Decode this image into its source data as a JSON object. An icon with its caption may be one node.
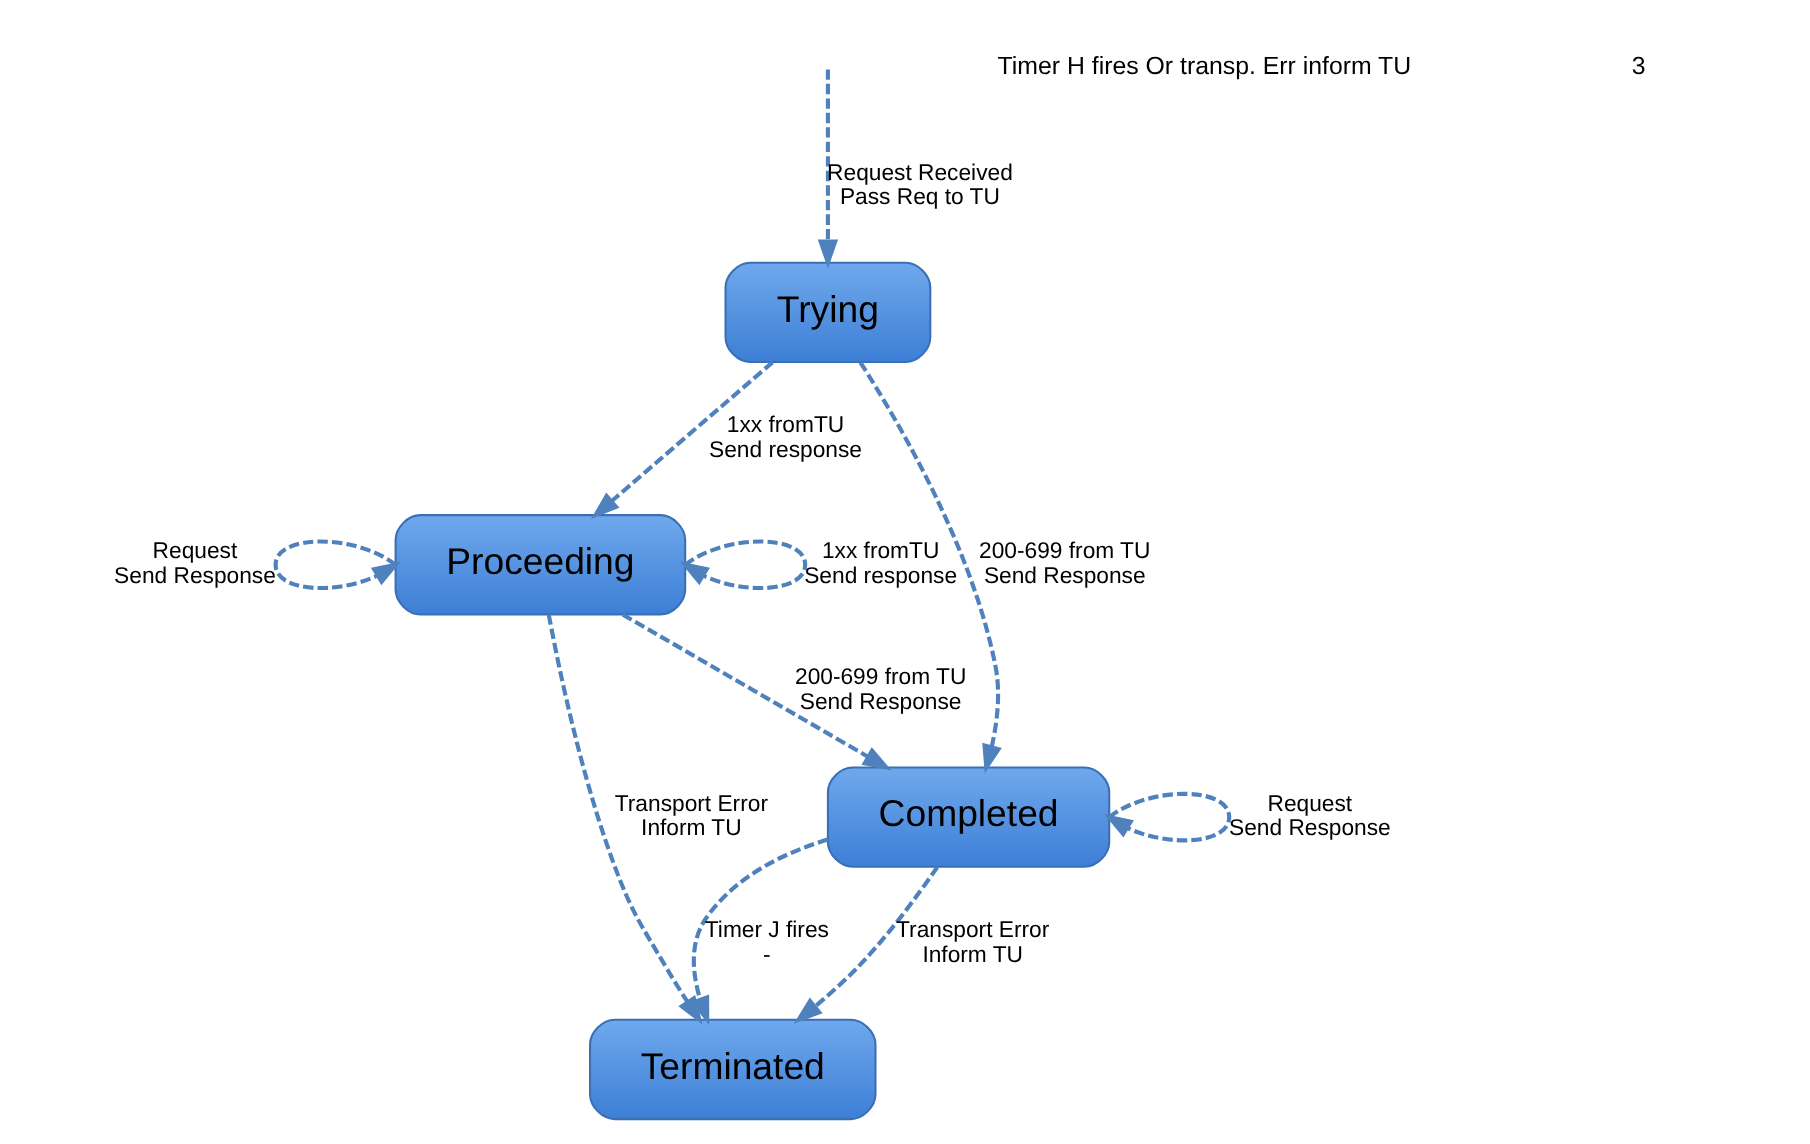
{
  "diagram": {
    "nodes": [
      {
        "text": [
          "Trying"
        ]
      },
      {
        "text": [
          "Proceeding"
        ]
      },
      {
        "text": [
          "Completed"
        ]
      },
      {
        "text": [
          "Terminated"
        ]
      }
    ],
    "edges": [
      {
        "from": null,
        "to": 0,
        "arrow": "to",
        "label": "Request Received Pass Req to TU",
        "style": "dashed"
      },
      {
        "from": 0,
        "to": 1,
        "arrow": "to",
        "label": "1xx fromTU Send response",
        "style": "dashed"
      },
      {
        "from": 0,
        "to": 2,
        "arrow": "to",
        "label": "200-699 from TU Send Response",
        "style": "dashed"
      },
      {
        "from": 1,
        "to": 1,
        "arrow": "to",
        "label": "Request Send Response",
        "style": "dashed"
      },
      {
        "from": 1,
        "to": 1,
        "arrow": "to",
        "label": "1xx fromTU Send response",
        "style": "dashed"
      },
      {
        "from": 1,
        "to": 3,
        "arrow": "to",
        "label": "Transport Error Inform TU",
        "style": "dashed"
      },
      {
        "from": 1,
        "to": 2,
        "arrow": "to",
        "label": "200-699 from TU Send Response",
        "style": "dashed"
      },
      {
        "from": 2,
        "to": 2,
        "arrow": "to",
        "label": "Request Send Response",
        "style": "dashed"
      },
      {
        "from": 2,
        "to": 3,
        "arrow": "to",
        "label": "Transport Error Inform TU",
        "style": "dashed"
      },
      {
        "from": 2,
        "to": 3,
        "arrow": "to",
        "label": "Timer J fires -",
        "style": "dashed"
      }
    ],
    "labels": [
      "Timer H fires Or transp. Err inform TU",
      "3"
    ]
  }
}
